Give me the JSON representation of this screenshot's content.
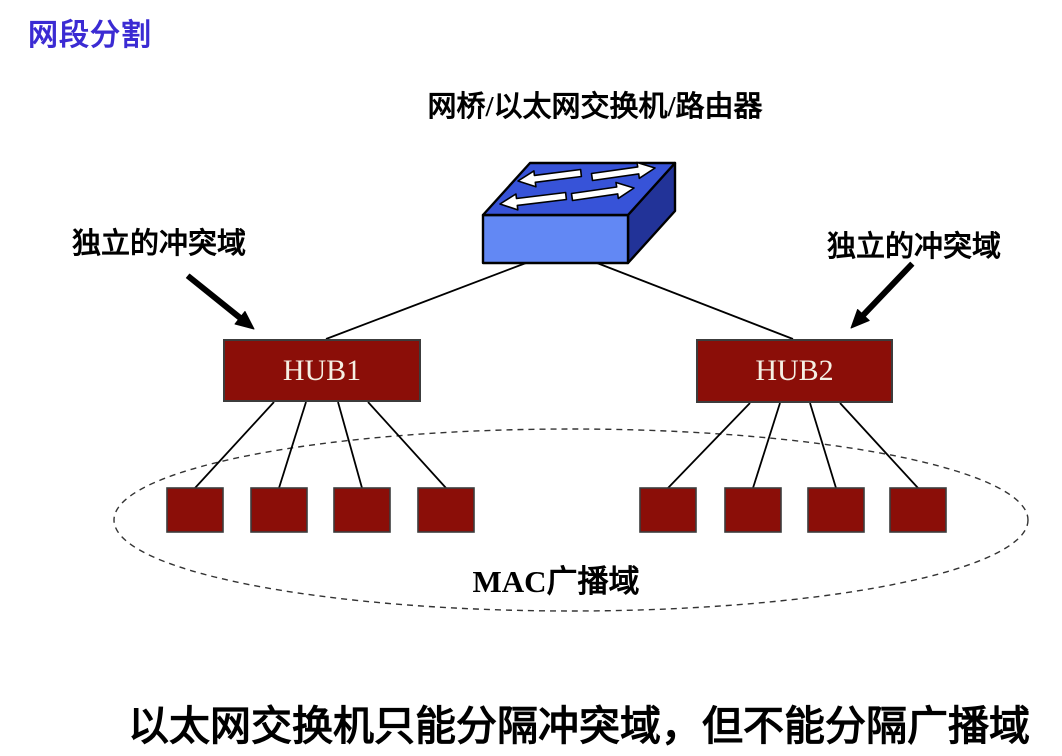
{
  "title": "网段分割",
  "device_label": "网桥/以太网交换机/路由器",
  "collision_left": "独立的冲突域",
  "collision_right": "独立的冲突域",
  "hubs": [
    {
      "label": "HUB1",
      "hosts": 4
    },
    {
      "label": "HUB2",
      "hosts": 4
    }
  ],
  "broadcast_domain_label": "MAC广播域",
  "caption": "以太网交换机只能分隔冲突域，但不能分隔广播域",
  "icons": {
    "switch": "ethernet-switch-3d-icon",
    "host": "host-square-icon",
    "arrow": "pointer-arrow-icon"
  },
  "colors": {
    "title": "#3B2BD3",
    "text": "#000000",
    "hub_fill": "#8B0E08",
    "hub_text": "#F5EFE3",
    "host_fill": "#8B0E08",
    "switch_top": "#3753D8",
    "switch_front": "#6288F4",
    "switch_side": "#223398",
    "outline": "#000000",
    "ellipse": "#333333"
  }
}
